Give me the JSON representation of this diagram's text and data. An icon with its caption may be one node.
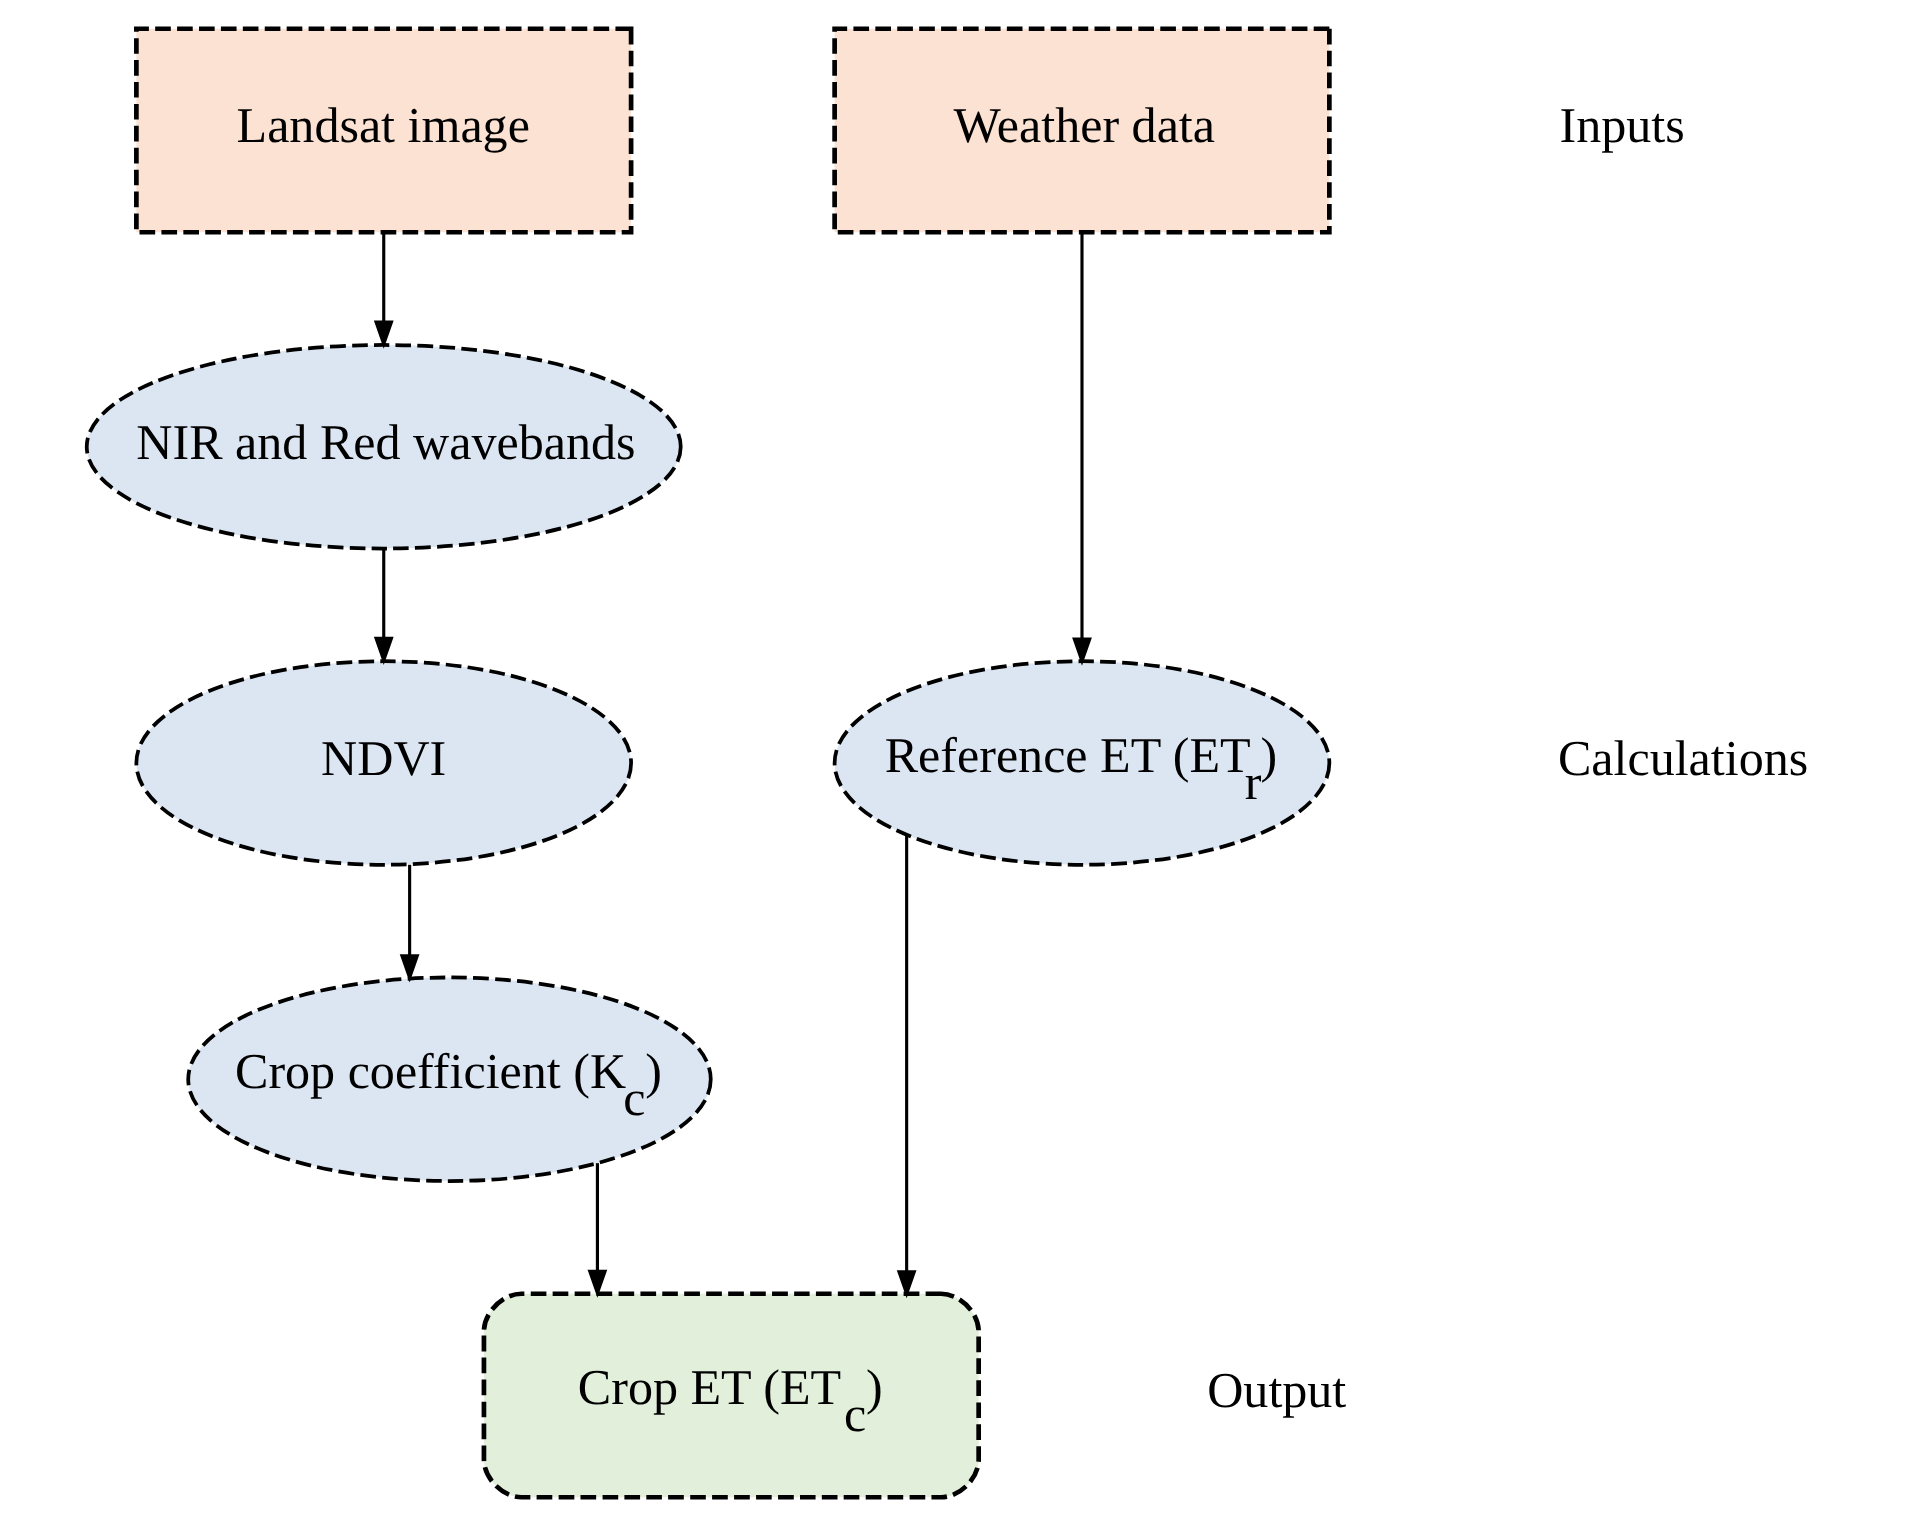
{
  "diagram": {
    "nodes": [
      {
        "text": [
          "Landsat image"
        ]
      },
      {
        "text": [
          "Weather data"
        ]
      },
      {
        "text": [
          "NIR and Red wavebands"
        ]
      },
      {
        "text": [
          "NDVI"
        ]
      },
      {
        "text": [
          "Reference ET (ET$_{r}$)"
        ]
      },
      {
        "text": [
          "Crop coefficient (K$_{c}$)"
        ]
      },
      {
        "text": [
          "Crop ET (ET$_{c}$)"
        ]
      }
    ],
    "edges": [
      {
        "from": 0,
        "to": 2,
        "arrow": "to"
      },
      {
        "from": 1,
        "to": 4,
        "arrow": "to"
      },
      {
        "from": 2,
        "to": 3,
        "arrow": "to"
      },
      {
        "from": 3,
        "to": 5,
        "arrow": "to"
      },
      {
        "from": 5,
        "to": 6,
        "arrow": "to"
      },
      {
        "from": 4,
        "to": 6,
        "arrow": "to"
      }
    ],
    "labels": [
      "Inputs",
      "Calculations",
      "Output"
    ]
  }
}
